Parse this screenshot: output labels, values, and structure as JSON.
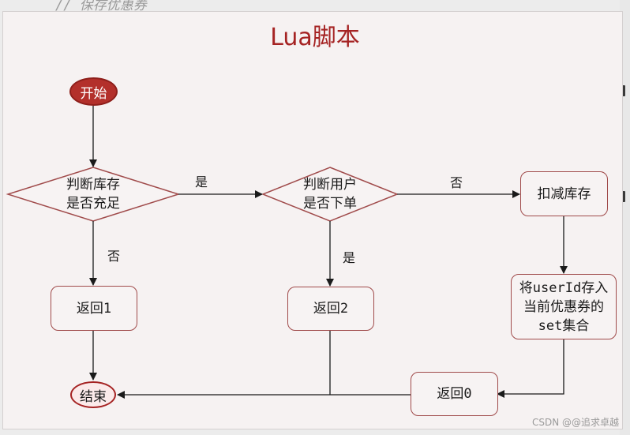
{
  "top_code_comment": "// 保存优惠券",
  "title": "Lua脚本",
  "nodes": {
    "start": "开始",
    "check_stock": "判断库存\n是否充足",
    "check_user": "判断用户\n是否下单",
    "deduct_stock": "扣减库存",
    "return_1": "返回1",
    "return_2": "返回2",
    "save_user": "将userId存入\n当前优惠券的\nset集合",
    "return_0": "返回0",
    "end": "结束"
  },
  "edges": {
    "stock_yes": "是",
    "stock_no": "否",
    "user_yes": "是",
    "user_no": "否"
  },
  "watermark": "CSDN @@追求卓越",
  "colors": {
    "accent": "#a52323",
    "start_fill": "#b3302b",
    "box_border": "#a04b4b",
    "canvas": "#f6f2f2"
  }
}
